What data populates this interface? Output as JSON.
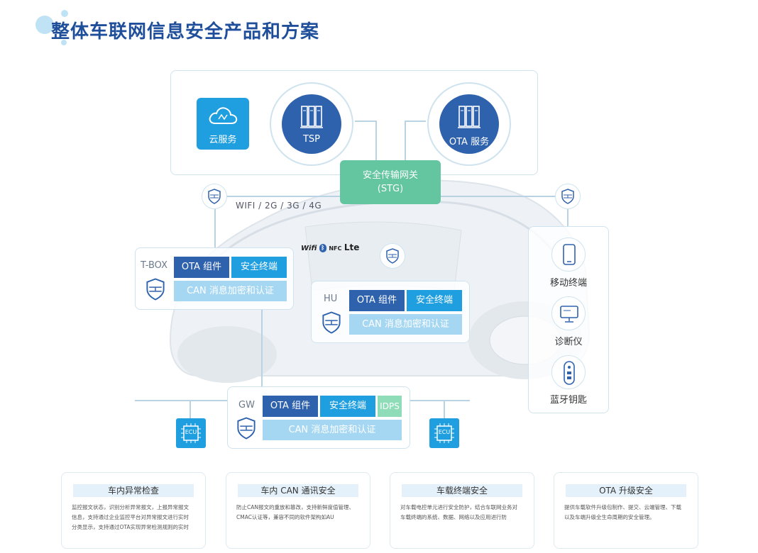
{
  "title": "整体车联网信息安全产品和方案",
  "cloud": {
    "label": "云服务"
  },
  "tsp": {
    "label": "TSP"
  },
  "ota_service": {
    "label": "OTA 服务"
  },
  "gateway": {
    "line1": "安全传输网关",
    "line2": "(STG)"
  },
  "network": {
    "label": "WIFI / 2G / 3G / 4G"
  },
  "wireless": {
    "wifi": "Wifi",
    "nfc": "NFC",
    "lte": "Lte"
  },
  "tbox": {
    "name": "T-BOX",
    "ota": "OTA 组件",
    "terminal": "安全终端",
    "can": "CAN 消息加密和认证"
  },
  "hu": {
    "name": "HU",
    "ota": "OTA 组件",
    "terminal": "安全终端",
    "can": "CAN 消息加密和认证"
  },
  "gw": {
    "name": "GW",
    "ota": "OTA 组件",
    "terminal": "安全终端",
    "idps": "IDPS",
    "can": "CAN 消息加密和认证"
  },
  "ecu": {
    "label": "ECU"
  },
  "mobile": {
    "items": [
      {
        "label": "移动终端"
      },
      {
        "label": "诊断仪"
      },
      {
        "label": "蓝牙钥匙"
      }
    ]
  },
  "cards": [
    {
      "title": "车内异常检查",
      "lines": [
        "监控报文状态，识别分析异常报文，上报异常报文",
        "信息，支持通过企业监控平台对异常报文进行实时",
        "分类显示，支持通过OTA实现异常检测规则的实时"
      ]
    },
    {
      "title": "车内 CAN 通讯安全",
      "lines": [
        "防止CAN报文的重放和篡改，支持新鲜度值管理、",
        "CMAC认证等，兼容不同的软件架构如AU"
      ]
    },
    {
      "title": "车载终端安全",
      "lines": [
        "对车载电控单元进行安全防护，结合车联网业务对",
        "车载终端的系统、数据、网络以及应用进行防"
      ]
    },
    {
      "title": "OTA 升级安全",
      "lines": [
        "提供车载软件升级包制作、提交、云端管理、下载",
        "以及车端升级全生命周期的安全管理。"
      ]
    }
  ],
  "colors": {
    "dark_blue": "#2f62ad",
    "blue": "#1f9ee0",
    "light_blue": "#a6d7f2",
    "green": "#63c6a0",
    "title": "#1f4f9a"
  }
}
